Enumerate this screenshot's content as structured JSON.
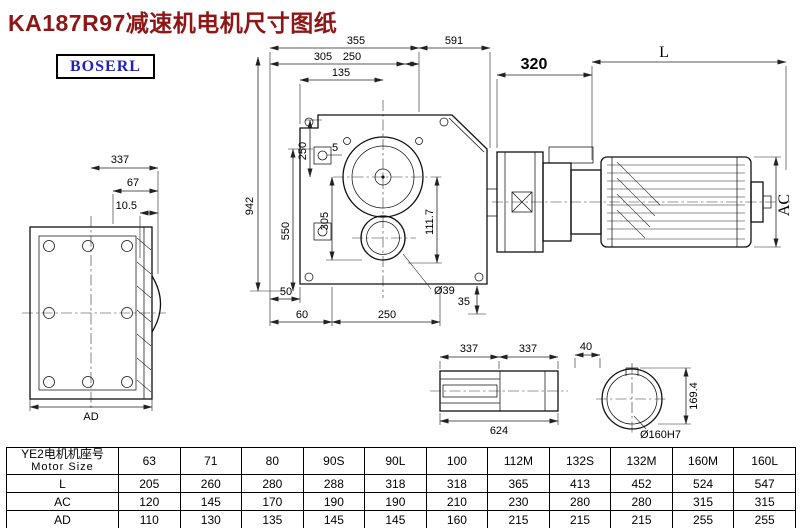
{
  "colors": {
    "title": "#8e1616",
    "brand": "#2222bb"
  },
  "page": {
    "title": "KA187R97减速机电机尺寸图纸",
    "brand": "BOSERL"
  },
  "dims": {
    "front": {
      "w337": "337",
      "w67": "67",
      "w105": "10.5",
      "ad": "AD"
    },
    "main": {
      "t355": "355",
      "t591": "591",
      "t305": "305",
      "t250": "250",
      "t135": "135",
      "v942": "942",
      "v550": "550",
      "v250": "250",
      "v5": "5",
      "v305": "305",
      "v1117": "111.7",
      "b50": "50",
      "b60": "60",
      "b250": "250",
      "dia39": "Ø39",
      "b35": "35"
    },
    "motor": {
      "w320": "320",
      "L": "L",
      "AC": "AC"
    },
    "shaft": {
      "l337a": "337",
      "l337b": "337",
      "l624": "624"
    },
    "bore": {
      "w40": "40",
      "h1694": "169.4",
      "dia160": "Ø160H7"
    }
  },
  "table": {
    "header": {
      "line1": "YE2电机机座号",
      "line2": "Motor Size",
      "sizes": [
        "63",
        "71",
        "80",
        "90S",
        "90L",
        "100",
        "112M",
        "132S",
        "132M",
        "160M",
        "160L"
      ]
    },
    "rows": [
      {
        "label": "L",
        "values": [
          "205",
          "260",
          "280",
          "288",
          "318",
          "318",
          "365",
          "413",
          "452",
          "524",
          "547"
        ]
      },
      {
        "label": "AC",
        "values": [
          "120",
          "145",
          "170",
          "190",
          "190",
          "210",
          "230",
          "280",
          "280",
          "315",
          "315"
        ]
      },
      {
        "label": "AD",
        "values": [
          "110",
          "130",
          "135",
          "145",
          "145",
          "160",
          "215",
          "215",
          "215",
          "255",
          "255"
        ]
      }
    ]
  }
}
